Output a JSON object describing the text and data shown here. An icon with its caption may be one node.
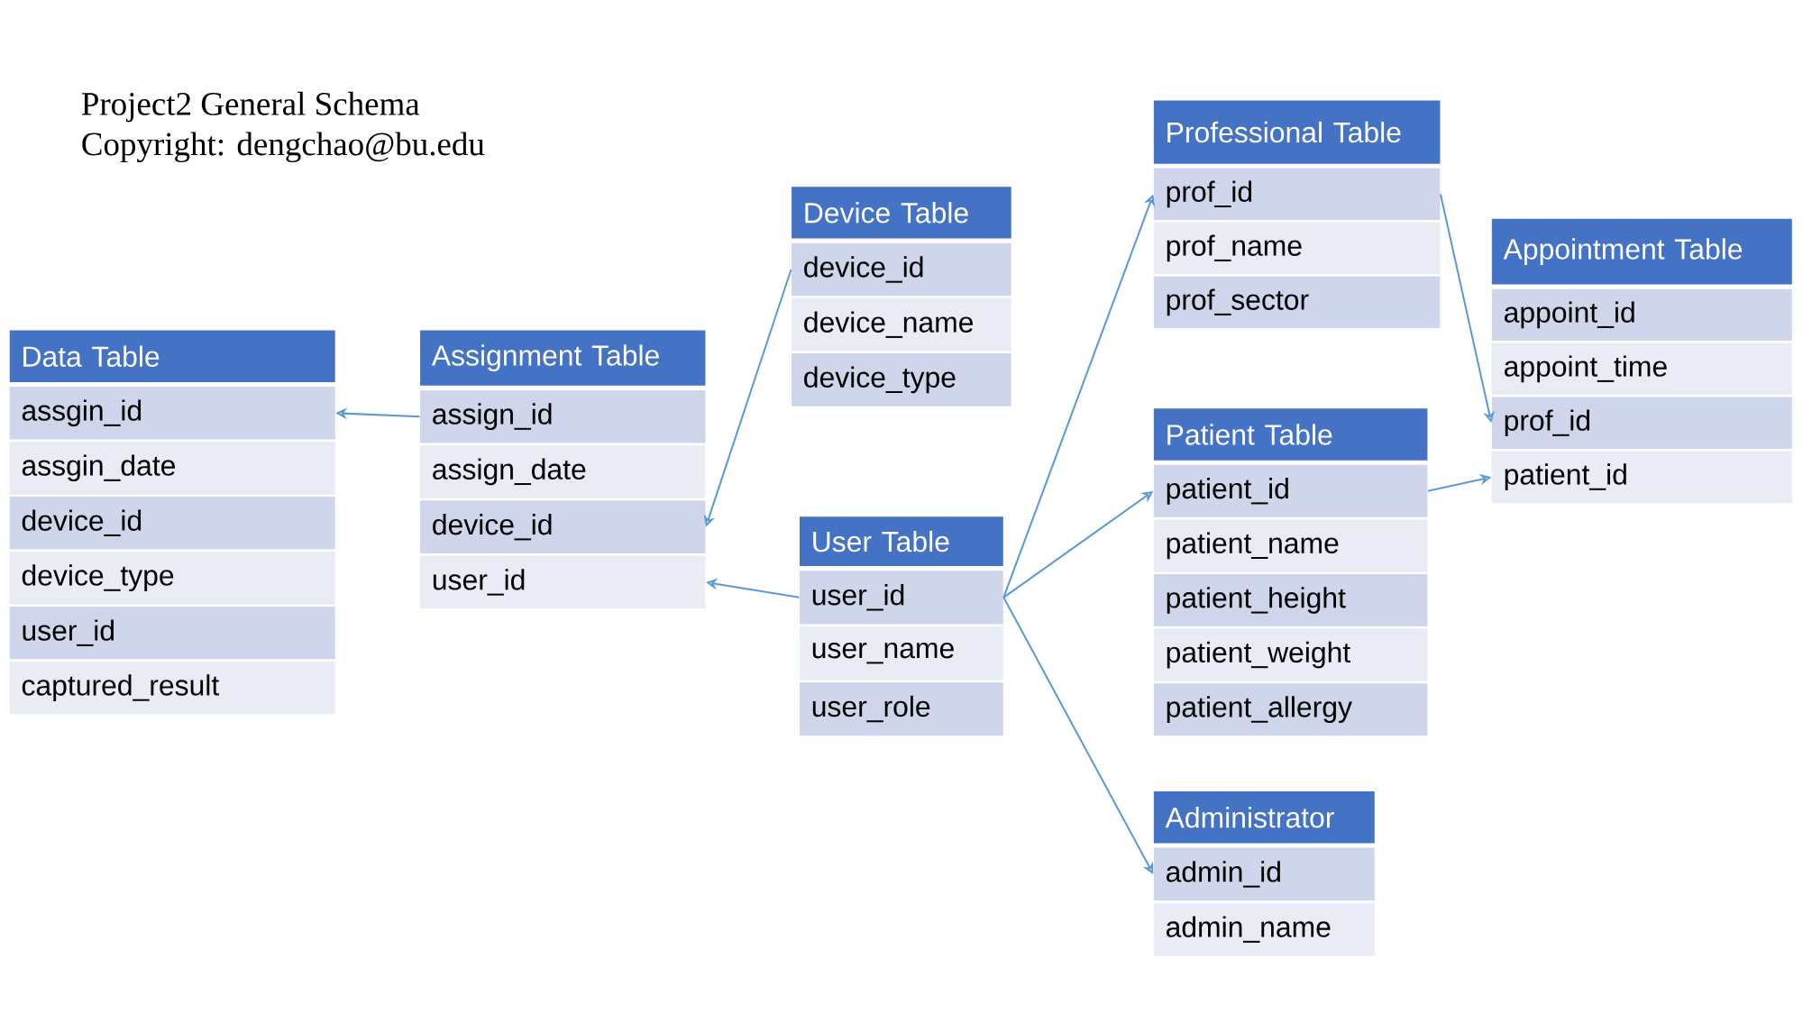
{
  "diagram": {
    "nodes": [
      {
        "text": [
          "Data Table"
        ]
      },
      {
        "text": [
          "assgin_id"
        ]
      },
      {
        "text": [
          "assgin_date"
        ]
      },
      {
        "text": [
          "device_id"
        ]
      },
      {
        "text": [
          "device_type"
        ]
      },
      {
        "text": [
          "user_id"
        ]
      },
      {
        "text": [
          "captured_result"
        ]
      },
      {
        "text": [
          "Assignment Table"
        ]
      },
      {
        "text": [
          "assign_id"
        ]
      },
      {
        "text": [
          "assign_date"
        ]
      },
      {
        "text": [
          "device_id"
        ]
      },
      {
        "text": [
          "user_id"
        ]
      },
      {
        "text": [
          "Device Table"
        ]
      },
      {
        "text": [
          "device_id"
        ]
      },
      {
        "text": [
          "device_name"
        ]
      },
      {
        "text": [
          "device_type"
        ]
      },
      {
        "text": [
          "User Table"
        ]
      },
      {
        "text": [
          "user_id"
        ]
      },
      {
        "text": [
          "user_name"
        ]
      },
      {
        "text": [
          "user_role"
        ]
      },
      {
        "text": [
          "Professional Table"
        ]
      },
      {
        "text": [
          "prof_id"
        ]
      },
      {
        "text": [
          "prof_name"
        ]
      },
      {
        "text": [
          "prof_sector"
        ]
      },
      {
        "text": [
          "Patient Table"
        ]
      },
      {
        "text": [
          "patient_id"
        ]
      },
      {
        "text": [
          "patient_name"
        ]
      },
      {
        "text": [
          "patient_height"
        ]
      },
      {
        "text": [
          "patient_weight"
        ]
      },
      {
        "text": [
          "patient_allergy"
        ]
      },
      {
        "text": [
          "Appointment Table"
        ]
      },
      {
        "text": [
          "appoint_id"
        ]
      },
      {
        "text": [
          "appoint_time"
        ]
      },
      {
        "text": [
          "prof_id"
        ]
      },
      {
        "text": [
          "patient_id"
        ]
      },
      {
        "text": [
          "Administrator"
        ]
      },
      {
        "text": [
          "admin_id"
        ]
      },
      {
        "text": [
          "admin_name"
        ]
      }
    ],
    "edges": [
      {
        "from": 8,
        "to": 1,
        "arrow": "to"
      },
      {
        "from": 13,
        "to": 10,
        "arrow": "to"
      },
      {
        "from": 17,
        "to": 11,
        "arrow": "to"
      },
      {
        "from": 17,
        "to": 21,
        "arrow": "to"
      },
      {
        "from": 17,
        "to": 25,
        "arrow": "to"
      },
      {
        "from": 17,
        "to": 36,
        "arrow": "to"
      },
      {
        "from": 21,
        "to": 33,
        "arrow": "to"
      },
      {
        "from": 25,
        "to": 34,
        "arrow": "to"
      }
    ],
    "labels": [
      "Project2 General Schema",
      "Copyright:  dengchao@bu.edu"
    ]
  }
}
